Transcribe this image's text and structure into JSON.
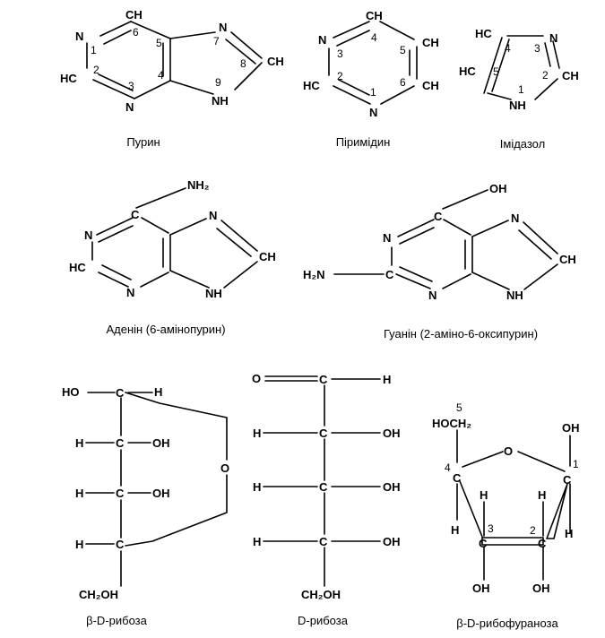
{
  "captions": {
    "purine": "Пурин",
    "pyrimidine": "Піримідин",
    "imidazole": "Імідазол",
    "adenine": "Аденін (6-амінопурин)",
    "guanine": "Гуанін (2-аміно-6-оксипурин)",
    "beta_d_ribose": "β-D-рибоза",
    "d_ribose": "D-рибоза",
    "beta_d_ribofuranose": "β-D-рибофураноза"
  },
  "atoms": {
    "CH": "CH",
    "HC": "HC",
    "N": "N",
    "NH": "NH",
    "C": "C",
    "H": "H",
    "O": "O",
    "OH": "OH",
    "HO": "HO",
    "H2N": "H₂N",
    "NH2": "NH₂",
    "CH2OH": "CH₂OH",
    "HOCH2": "HOCH₂"
  },
  "ring_numbers": {
    "n1": "1",
    "n2": "2",
    "n3": "3",
    "n4": "4",
    "n5": "5",
    "n6": "6",
    "n7": "7",
    "n8": "8",
    "n9": "9"
  }
}
